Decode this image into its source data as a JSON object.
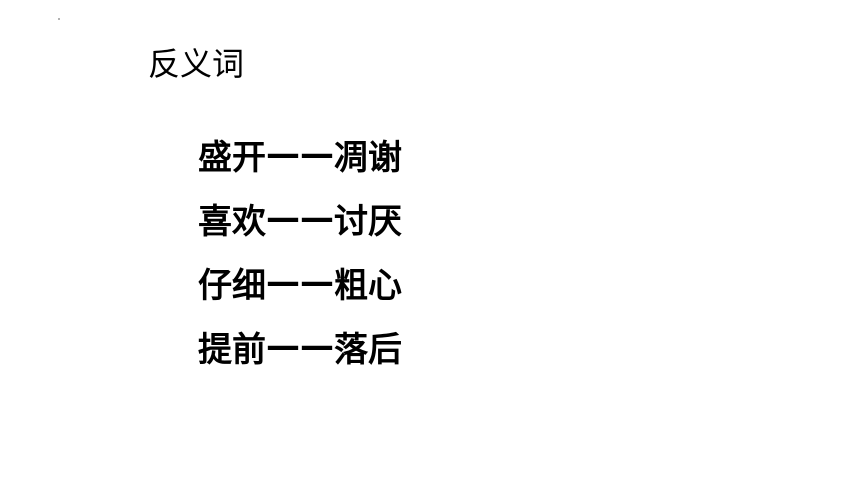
{
  "slide": {
    "title": "反义词",
    "pairs": [
      {
        "word": "盛开",
        "dash": "——",
        "antonym": "凋谢"
      },
      {
        "word": "喜欢",
        "dash": "——",
        "antonym": "讨厌"
      },
      {
        "word": "仔细",
        "dash": "——",
        "antonym": "粗心"
      },
      {
        "word": "提前",
        "dash": "——",
        "antonym": "落后"
      }
    ]
  }
}
